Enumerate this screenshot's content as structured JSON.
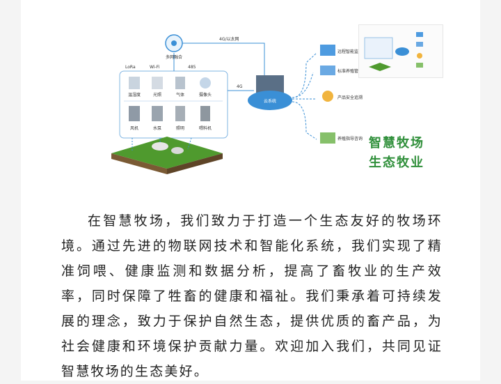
{
  "figure": {
    "diagram": {
      "center_label": "多网融合",
      "protocols": [
        "LoRa",
        "Wi-Fi",
        "485"
      ],
      "net_top": "4G/以太网",
      "net_mid": "4G",
      "cloud_label": "云系统",
      "sensors": [
        "温湿度",
        "光照",
        "气体",
        "摄像头"
      ],
      "devices": [
        "风机",
        "水泵",
        "照明",
        "喂料机"
      ],
      "services": [
        "远程智能监控",
        "标准养殖管理",
        "产品安全追溯",
        "养殖指导咨询"
      ]
    },
    "caption": {
      "line1": "智慧牧场",
      "line2": "生态牧业"
    }
  },
  "article": {
    "paragraph": "在智慧牧场，我们致力于打造一个生态友好的牧场环境。通过先进的物联网技术和智能化系统，我们实现了精准饲喂、健康监测和数据分析，提高了畜牧业的生产效率，同时保障了牲畜的健康和福祉。我们秉承着可持续发展的理念，致力于保护自然生态，提供优质的畜产品，为社会健康和环境保护贡献力量。欢迎加入我们，共同见证智慧牧场的生态美好。"
  },
  "colors": {
    "accent_green": "#2f8f3a",
    "diagram_blue": "#3a8fd6"
  }
}
